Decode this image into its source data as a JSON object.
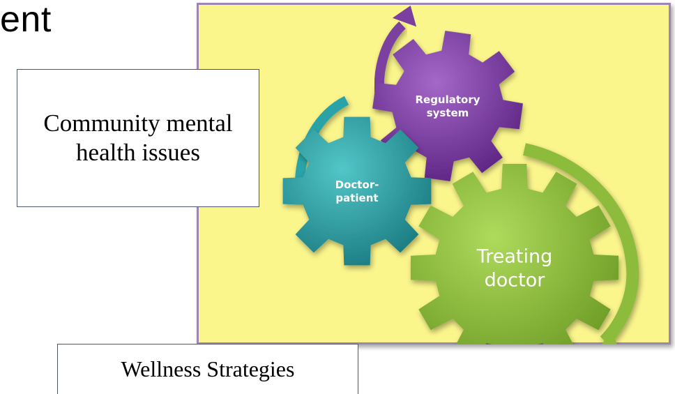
{
  "slide": {
    "heading_fragment": "ent"
  },
  "callouts": {
    "community": "Community mental health issues",
    "wellness": "Wellness Strategies"
  },
  "diagram": {
    "background_color": "#fbf68c",
    "gears": [
      {
        "id": "regulatory",
        "label_lines": [
          "Regulatory",
          "system"
        ],
        "color": "#7b3fa0"
      },
      {
        "id": "doctor-patient",
        "label_lines": [
          "Doctor-",
          "patient"
        ],
        "color": "#2aa3a8"
      },
      {
        "id": "treating-doctor",
        "label_lines": [
          "Treating",
          "doctor"
        ],
        "color": "#8dbb3a"
      }
    ],
    "arrows": [
      {
        "id": "purple-arrow",
        "color": "#7b3fa0"
      },
      {
        "id": "teal-arrow",
        "color": "#2aa3a8"
      },
      {
        "id": "green-arrow",
        "color": "#8dbb3a"
      }
    ]
  }
}
